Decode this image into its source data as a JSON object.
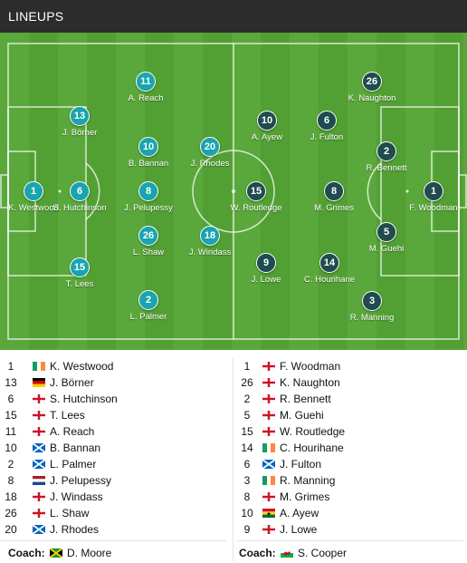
{
  "header": {
    "title": "LINEUPS"
  },
  "colors": {
    "home": "#19a4ae",
    "away": "#1f4c4e",
    "pitch": "#5aa83b"
  },
  "pitch": {
    "home": [
      {
        "number": "1",
        "name": "K. Westwood"
      },
      {
        "number": "6",
        "name": "S. Hutchinson"
      },
      {
        "number": "13",
        "name": "J. Börner"
      },
      {
        "number": "15",
        "name": "T. Lees"
      },
      {
        "number": "11",
        "name": "A. Reach"
      },
      {
        "number": "10",
        "name": "B. Bannan"
      },
      {
        "number": "8",
        "name": "J. Pelupessy"
      },
      {
        "number": "26",
        "name": "L. Shaw"
      },
      {
        "number": "2",
        "name": "L. Palmer"
      },
      {
        "number": "20",
        "name": "J. Rhodes"
      },
      {
        "number": "18",
        "name": "J. Windass"
      }
    ],
    "away": [
      {
        "number": "1",
        "name": "F. Woodman"
      },
      {
        "number": "26",
        "name": "K. Naughton"
      },
      {
        "number": "2",
        "name": "R. Bennett"
      },
      {
        "number": "5",
        "name": "M. Guehi"
      },
      {
        "number": "3",
        "name": "R. Manning"
      },
      {
        "number": "8",
        "name": "M. Grimes"
      },
      {
        "number": "6",
        "name": "J. Fulton"
      },
      {
        "number": "14",
        "name": "C. Hourihane"
      },
      {
        "number": "10",
        "name": "A. Ayew"
      },
      {
        "number": "15",
        "name": "W. Routledge"
      },
      {
        "number": "9",
        "name": "J. Lowe"
      }
    ]
  },
  "lists": {
    "home": [
      {
        "number": "1",
        "flag": "ireland",
        "name": "K. Westwood"
      },
      {
        "number": "13",
        "flag": "germany",
        "name": "J. Börner"
      },
      {
        "number": "6",
        "flag": "england",
        "name": "S. Hutchinson"
      },
      {
        "number": "15",
        "flag": "england",
        "name": "T. Lees"
      },
      {
        "number": "11",
        "flag": "england",
        "name": "A. Reach"
      },
      {
        "number": "10",
        "flag": "scotland",
        "name": "B. Bannan"
      },
      {
        "number": "2",
        "flag": "scotland",
        "name": "L. Palmer"
      },
      {
        "number": "8",
        "flag": "netherlands",
        "name": "J. Pelupessy"
      },
      {
        "number": "18",
        "flag": "england",
        "name": "J. Windass"
      },
      {
        "number": "26",
        "flag": "england",
        "name": "L. Shaw"
      },
      {
        "number": "20",
        "flag": "scotland",
        "name": "J. Rhodes"
      }
    ],
    "away": [
      {
        "number": "1",
        "flag": "england",
        "name": "F. Woodman"
      },
      {
        "number": "26",
        "flag": "england",
        "name": "K. Naughton"
      },
      {
        "number": "2",
        "flag": "england",
        "name": "R. Bennett"
      },
      {
        "number": "5",
        "flag": "england",
        "name": "M. Guehi"
      },
      {
        "number": "15",
        "flag": "england",
        "name": "W. Routledge"
      },
      {
        "number": "14",
        "flag": "ireland",
        "name": "C. Hourihane"
      },
      {
        "number": "6",
        "flag": "scotland",
        "name": "J. Fulton"
      },
      {
        "number": "3",
        "flag": "ireland",
        "name": "R. Manning"
      },
      {
        "number": "8",
        "flag": "england",
        "name": "M. Grimes"
      },
      {
        "number": "10",
        "flag": "ghana",
        "name": "A. Ayew"
      },
      {
        "number": "9",
        "flag": "england",
        "name": "J. Lowe"
      }
    ],
    "home_coach": {
      "label": "Coach:",
      "flag": "jamaica",
      "name": "D. Moore"
    },
    "away_coach": {
      "label": "Coach:",
      "flag": "wales",
      "name": "S. Cooper"
    }
  }
}
